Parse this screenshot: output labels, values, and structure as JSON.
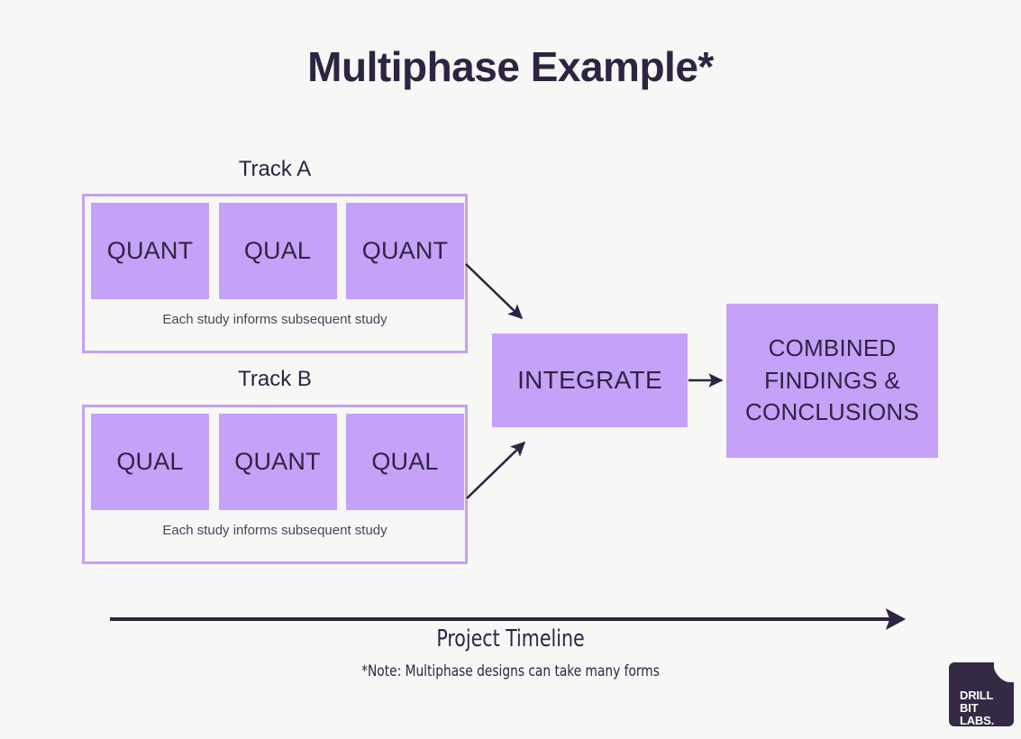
{
  "page": {
    "title": "Multiphase Example*",
    "background_color": "#f7f7f5",
    "accent_color": "#c4a2f7",
    "ink_color": "#2e2442"
  },
  "tracks": [
    {
      "label": "Track A",
      "studies": [
        "QUANT",
        "QUAL",
        "QUANT"
      ],
      "caption": "Each study informs subsequent study"
    },
    {
      "label": "Track B",
      "studies": [
        "QUAL",
        "QUANT",
        "QUAL"
      ],
      "caption": "Each study informs subsequent study"
    }
  ],
  "integrate": {
    "label": "INTEGRATE"
  },
  "combined": {
    "line1": "COMBINED",
    "line2": "FINDINGS &",
    "line3": "CONCLUSIONS"
  },
  "timeline": {
    "label": "Project Timeline"
  },
  "footnote": {
    "text": "*Note: Multiphase designs can take many forms"
  },
  "logo": {
    "text": "DRILL\nBIT\nLABS.",
    "background_color": "#342a45"
  }
}
